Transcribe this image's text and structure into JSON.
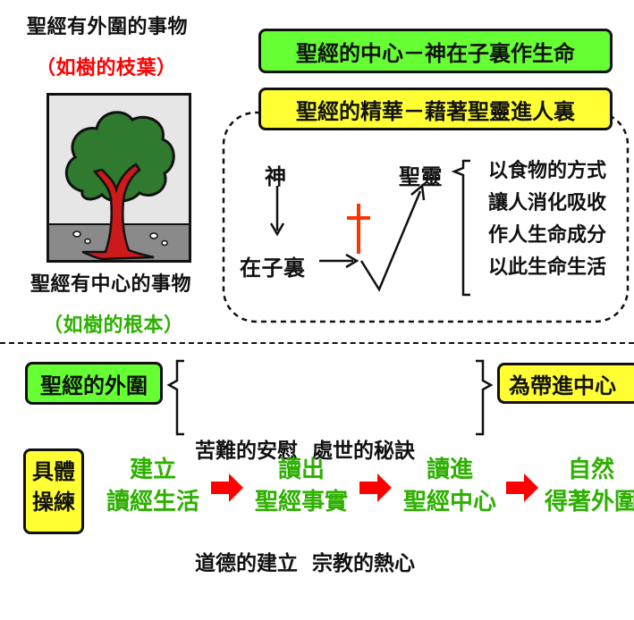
{
  "left_panel": {
    "top_title": "聖經有外圍的事物",
    "top_note": "（如樹的枝葉）",
    "bottom_title": "聖經有中心的事物",
    "bottom_note": "（如樹的根本）"
  },
  "center_box": "聖經的中心－神在子裏作生命",
  "essence_box": "聖經的精華－藉著聖靈進人裏",
  "diagram": {
    "god": "神",
    "in_son": "在子裏",
    "spirit": "聖靈",
    "ways": [
      "以食物的方式",
      "讓人消化吸收",
      "作人生命成分",
      "以此生命生活"
    ]
  },
  "outer": {
    "label": "聖經的外圍",
    "items_row1": "苦難的安慰  處世的秘訣",
    "items_row2": "道德的建立  宗教的熱心",
    "result": "為帶進中心"
  },
  "practice": {
    "label_line1": "具體",
    "label_line2": "操練",
    "steps": [
      {
        "line1": "建立",
        "line2": "讀經生活"
      },
      {
        "line1": "讀出",
        "line2": "聖經事實"
      },
      {
        "line1": "讀進",
        "line2": "聖經中心"
      },
      {
        "line1": "自然",
        "line2": "得著外圍"
      }
    ]
  },
  "colors": {
    "green_box": "#66ff33",
    "yellow_box": "#ffff33",
    "red_text": "#ff0000",
    "green_text": "#2db000",
    "cross": "#ff3300",
    "arrow_red": "#ff0000"
  }
}
